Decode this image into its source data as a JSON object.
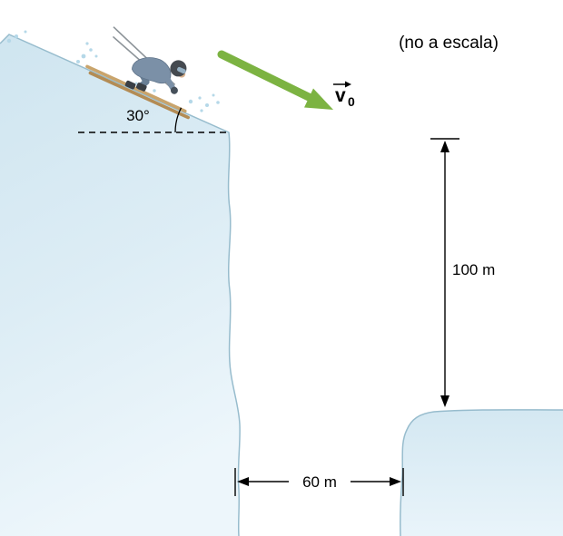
{
  "diagram": {
    "note": "(no a escala)",
    "angle": {
      "label": "30°",
      "value_deg": 30
    },
    "velocity": {
      "symbol": "v",
      "subscript": "0"
    },
    "height": {
      "label": "100 m",
      "value_m": 100
    },
    "gap": {
      "label": "60 m",
      "value_m": 60
    }
  },
  "colors": {
    "cliff_fill_top": "#cfe5f0",
    "cliff_fill_bottom": "#edf6fb",
    "edge_stroke": "#97bccd",
    "arrow_green": "#7cb342",
    "ink": "#000000",
    "ski_light": "#c9a46c",
    "ski_dark": "#b38c55",
    "suit": "#7b90a7",
    "helmet": "#454a50",
    "spray": "#b5d8e8"
  }
}
